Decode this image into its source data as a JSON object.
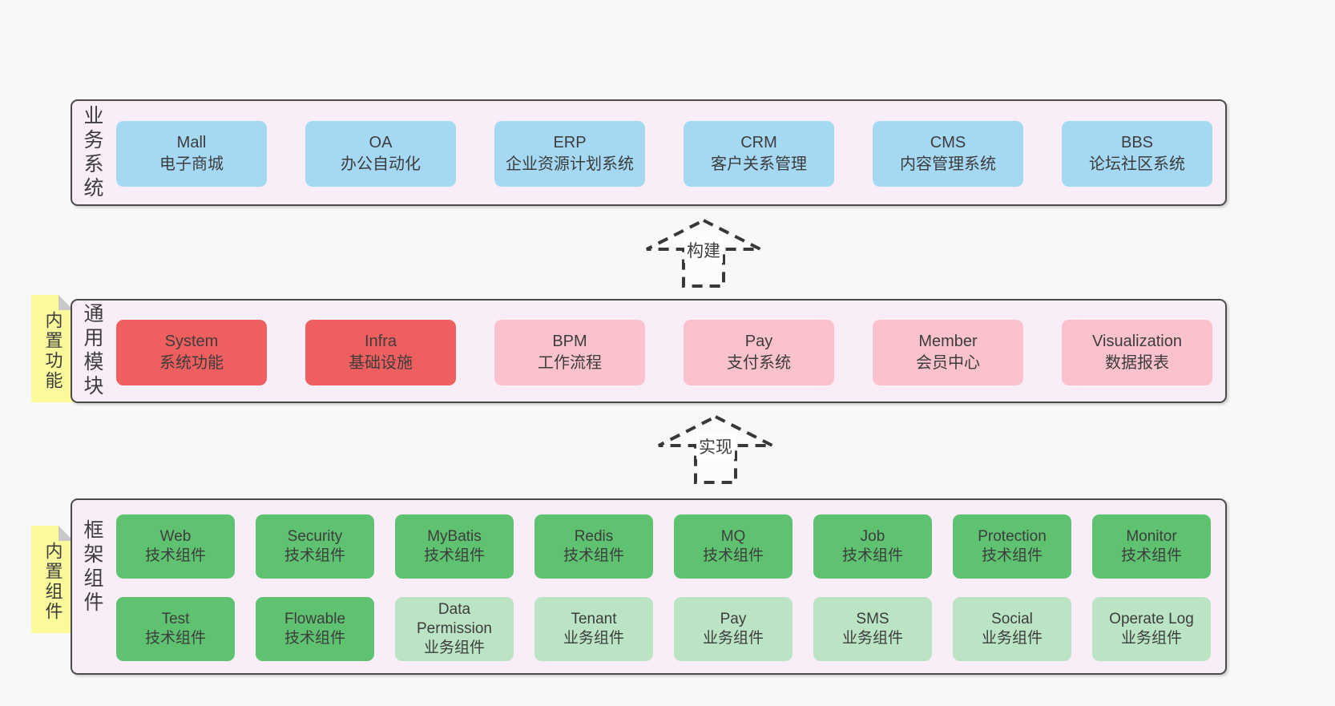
{
  "colors": {
    "page-bg": "#f8f8f8",
    "panel-bg": "#f9eef7",
    "panel-border": "#4b4b4b",
    "text": "#3d3d3d",
    "blue": "#a5d8f2",
    "red": "#f05f5f",
    "pink": "#f9c2cc",
    "green": "#5ec271",
    "green-light": "#bae4c3",
    "yellow": "#fafa9c",
    "fold": "#c9c9c9",
    "arrow-stroke": "#383838",
    "arrow-fill": "#fbfbfb"
  },
  "sections": {
    "business": {
      "label": "业务系统",
      "boxes": [
        {
          "name": "Mall",
          "desc": "电子商城"
        },
        {
          "name": "OA",
          "desc": "办公自动化"
        },
        {
          "name": "ERP",
          "desc": "企业资源计划系统"
        },
        {
          "name": "CRM",
          "desc": "客户关系管理"
        },
        {
          "name": "CMS",
          "desc": "内容管理系统"
        },
        {
          "name": "BBS",
          "desc": "论坛社区系统"
        }
      ]
    },
    "modules": {
      "label": "通用模块",
      "tab": "内置功能",
      "boxes": [
        {
          "name": "System",
          "desc": "系统功能"
        },
        {
          "name": "Infra",
          "desc": "基础设施"
        },
        {
          "name": "BPM",
          "desc": "工作流程"
        },
        {
          "name": "Pay",
          "desc": "支付系统"
        },
        {
          "name": "Member",
          "desc": "会员中心"
        },
        {
          "name": "Visualization",
          "desc": "数据报表"
        }
      ]
    },
    "framework": {
      "label": "框架组件",
      "tab": "内置组件",
      "row1": [
        {
          "name": "Web",
          "desc": "技术组件"
        },
        {
          "name": "Security",
          "desc": "技术组件"
        },
        {
          "name": "MyBatis",
          "desc": "技术组件"
        },
        {
          "name": "Redis",
          "desc": "技术组件"
        },
        {
          "name": "MQ",
          "desc": "技术组件"
        },
        {
          "name": "Job",
          "desc": "技术组件"
        },
        {
          "name": "Protection",
          "desc": "技术组件"
        },
        {
          "name": "Monitor",
          "desc": "技术组件"
        }
      ],
      "row2": [
        {
          "name": "Test",
          "desc": "技术组件"
        },
        {
          "name": "Flowable",
          "desc": "技术组件"
        },
        {
          "name": "Data Permission",
          "desc": "业务组件"
        },
        {
          "name": "Tenant",
          "desc": "业务组件"
        },
        {
          "name": "Pay",
          "desc": "业务组件"
        },
        {
          "name": "SMS",
          "desc": "业务组件"
        },
        {
          "name": "Social",
          "desc": "业务组件"
        },
        {
          "name": "Operate Log",
          "desc": "业务组件"
        }
      ]
    }
  },
  "arrows": [
    {
      "label": "构建"
    },
    {
      "label": "实现"
    }
  ]
}
